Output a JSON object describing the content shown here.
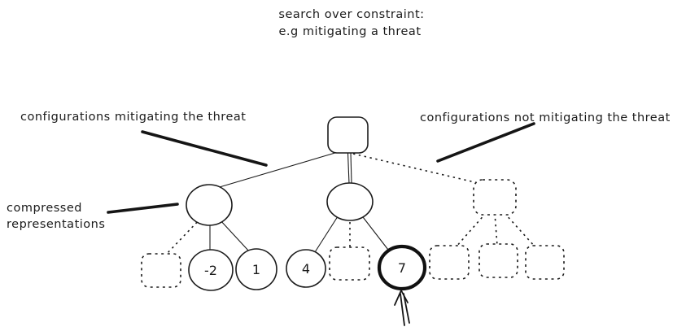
{
  "title": {
    "line1": "search over constraint:",
    "line2": "e.g mitigating a threat"
  },
  "labels": {
    "mitigating": "configurations mitigating the threat",
    "not_mitigating": "configurations not mitigating the threat",
    "compressed_line1": "compressed",
    "compressed_line2": "representations"
  },
  "icons": {
    "selection_arrow": "up-arrow"
  },
  "colors": {
    "ink": "#1b1b1b",
    "background": "#ffffff"
  },
  "tree": {
    "root": {
      "shape": "rounded-square",
      "style": "solid",
      "value": ""
    },
    "branches": [
      {
        "shape": "circle",
        "style": "solid",
        "value": "",
        "children": [
          {
            "shape": "rounded-square",
            "style": "dashed",
            "value": ""
          },
          {
            "shape": "circle",
            "style": "solid",
            "value": "-2"
          },
          {
            "shape": "circle",
            "style": "solid",
            "value": "1"
          }
        ]
      },
      {
        "shape": "circle",
        "style": "solid",
        "value": "",
        "children": [
          {
            "shape": "circle",
            "style": "solid",
            "value": "4"
          },
          {
            "shape": "rounded-square",
            "style": "dashed",
            "value": ""
          },
          {
            "shape": "circle",
            "style": "solid-bold",
            "value": "7",
            "highlighted": true
          }
        ]
      },
      {
        "shape": "rounded-square",
        "style": "dashed",
        "value": "",
        "children": [
          {
            "shape": "rounded-square",
            "style": "dashed",
            "value": ""
          },
          {
            "shape": "rounded-square",
            "style": "dashed",
            "value": ""
          },
          {
            "shape": "rounded-square",
            "style": "dashed",
            "value": ""
          }
        ]
      }
    ],
    "highlighted_leaf": "7"
  }
}
